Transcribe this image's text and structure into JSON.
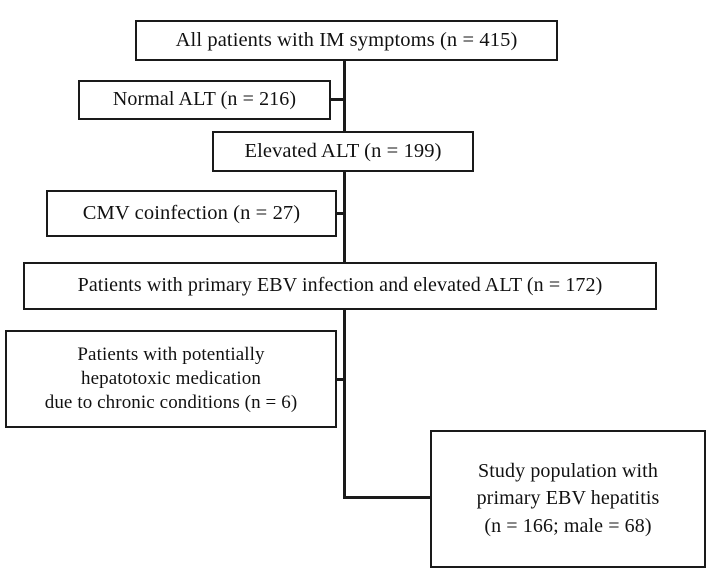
{
  "figure": {
    "title": "Patient selection flowchart",
    "type": "flowchart",
    "orientation": "top-to-bottom",
    "stroke_color": "#1a1a1a",
    "background_color": "#ffffff"
  },
  "nodes": {
    "all_patients": {
      "label": "All patients with IM symptoms (n = 415)",
      "count": 415,
      "role": "source-cohort"
    },
    "normal_alt": {
      "label": "Normal ALT (n = 216)",
      "count": 216,
      "role": "excluded"
    },
    "elevated_alt": {
      "label": "Elevated ALT (n = 199)",
      "count": 199,
      "role": "included"
    },
    "cmv_coinfection": {
      "label": "CMV coinfection (n = 27)",
      "count": 27,
      "role": "excluded"
    },
    "primary_ebv": {
      "label": "Patients with primary EBV infection and elevated ALT (n = 172)",
      "count": 172,
      "role": "included"
    },
    "hepatotoxic_medication": {
      "label": "Patients with potentially\nhepatotoxic medication\ndue to chronic conditions (n = 6)",
      "count": 6,
      "role": "excluded"
    },
    "study_population": {
      "label": "Study population with\nprimary EBV hepatitis\n(n = 166; male = 68)",
      "count": 166,
      "male": 68,
      "role": "final-cohort"
    }
  },
  "edges": [
    {
      "from": "all_patients",
      "to": "normal_alt",
      "kind": "exclusion"
    },
    {
      "from": "all_patients",
      "to": "elevated_alt",
      "kind": "inclusion"
    },
    {
      "from": "elevated_alt",
      "to": "cmv_coinfection",
      "kind": "exclusion"
    },
    {
      "from": "elevated_alt",
      "to": "primary_ebv",
      "kind": "inclusion"
    },
    {
      "from": "primary_ebv",
      "to": "hepatotoxic_medication",
      "kind": "exclusion"
    },
    {
      "from": "primary_ebv",
      "to": "study_population",
      "kind": "inclusion"
    }
  ]
}
